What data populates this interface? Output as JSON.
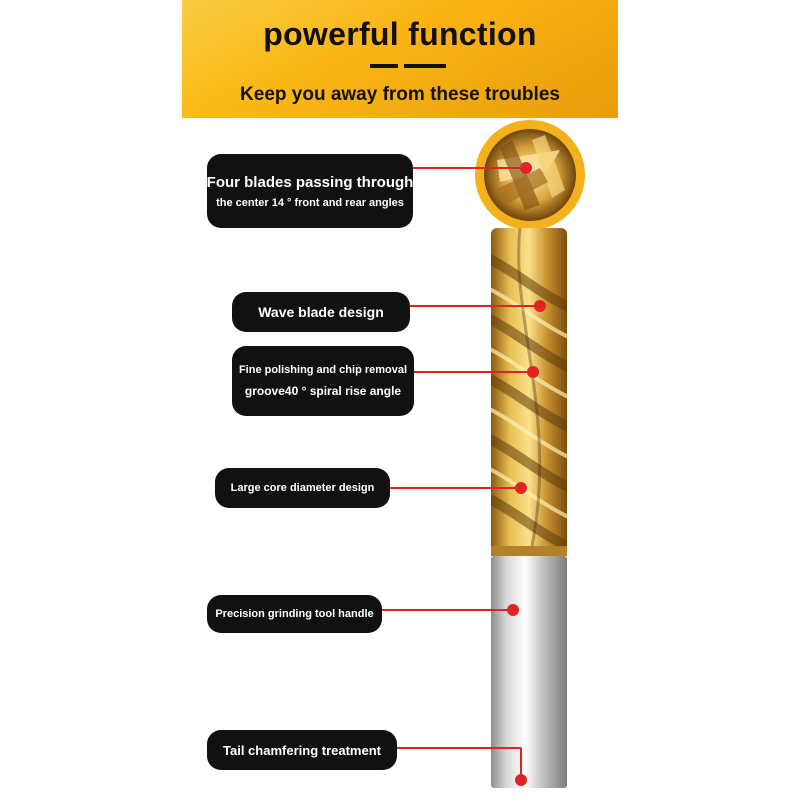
{
  "header": {
    "title": "powerful function",
    "subtitle": "Keep you away from these troubles"
  },
  "callouts": [
    {
      "line1": "Four blades passing through",
      "line2": "the center 14 ° front and rear angles"
    },
    {
      "line1": "Wave blade design"
    },
    {
      "line1": "Fine polishing and chip removal",
      "line2": "groove40 ° spiral rise angle"
    },
    {
      "line1": "Large core diameter design"
    },
    {
      "line1": "Precision grinding tool handle"
    },
    {
      "line1": "Tail chamfering treatment"
    }
  ],
  "colors": {
    "banner": "#fbb414",
    "pill": "#111111",
    "pointer_line": "#e02424",
    "tool_gold": "#d9a53a",
    "shank_silver": "#c8c8c8"
  }
}
